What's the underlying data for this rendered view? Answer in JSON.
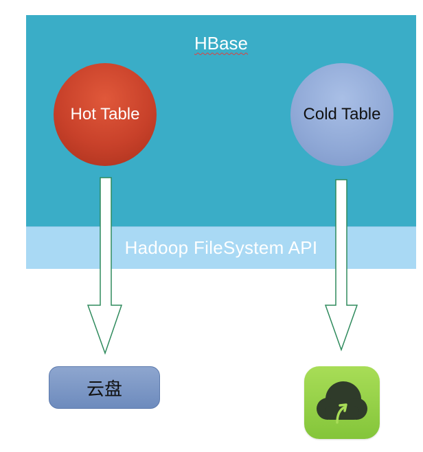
{
  "hbase": {
    "title": "HBase"
  },
  "tables": {
    "hot": "Hot Table",
    "cold": "Cold Table"
  },
  "filesystem": {
    "label": "Hadoop FileSystem API"
  },
  "targets": {
    "cloud_disk": "云盘",
    "app_icon_name": "cloud-upload-icon"
  },
  "colors": {
    "hbase_bg": "#3aadc7",
    "fs_api_bg": "#a9d9f4",
    "hot_table": "#c8412a",
    "cold_table": "#8fa8d6",
    "cloud_disk": "#7f98c6",
    "app_icon": "#94d046",
    "arrow_stroke": "#2e8a5c"
  }
}
